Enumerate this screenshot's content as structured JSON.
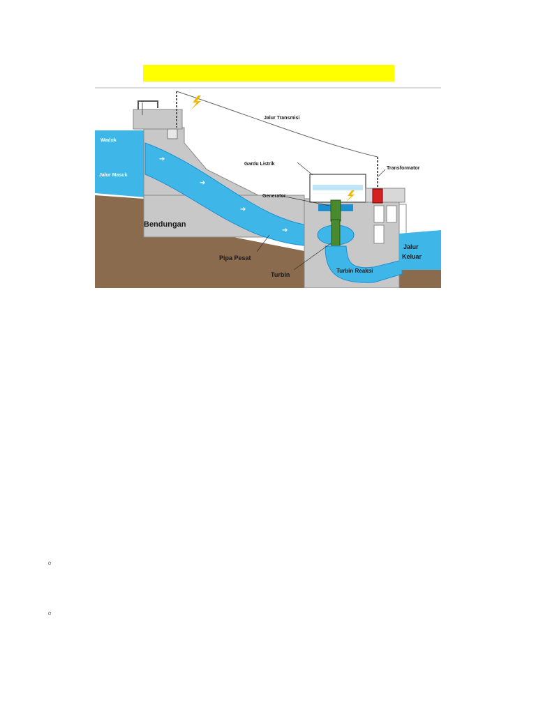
{
  "diagram": {
    "labels": {
      "waduk": "Waduk",
      "jalur_masuk": "Jalur Masuk",
      "jalur_transmisi": "Jalur Transmisi",
      "gardu_listrik": "Gardu Listrik",
      "transformator": "Transformator",
      "generator": "Generator",
      "bendungan": "Bendungan",
      "pipa_pesat": "Pipa Pesat",
      "turbin": "Turbin",
      "turbin_reaksi": "Turbin Reaksi",
      "jalur_keluar_1": "Jalur",
      "jalur_keluar_2": "Keluar"
    },
    "colors": {
      "water": "#3fb6e8",
      "water_dark": "#1e8fd0",
      "concrete": "#c8c8c8",
      "ground": "#8a6b4e",
      "highlight": "#ffff00",
      "transformer": "#d42020",
      "generator": "#4a8a2e"
    }
  },
  "bullets": [
    "◦",
    "◦"
  ]
}
